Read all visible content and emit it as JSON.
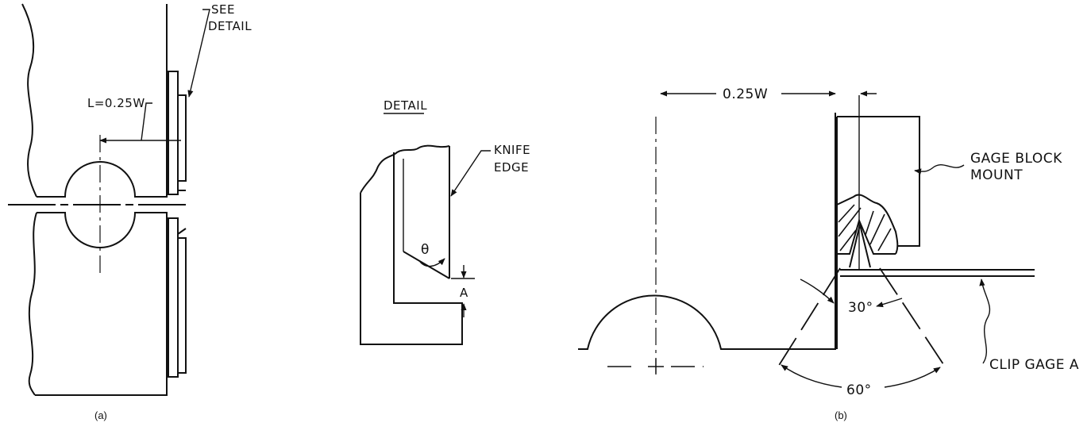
{
  "panel_a": {
    "see_detail_label": [
      "SEE",
      "DETAIL"
    ],
    "length_label": "L=0.25W",
    "caption": "(a)"
  },
  "detail": {
    "title": "DETAIL",
    "knife_edge_label": [
      "KNIFE",
      "EDGE"
    ],
    "angle_symbol": "θ",
    "dimension_label": "A"
  },
  "panel_b": {
    "width_label": "0.25W",
    "mount_label": [
      "GAGE BLOCK",
      "MOUNT"
    ],
    "angle_small": "30°",
    "angle_large": "60°",
    "clip_gage_label": "CLIP GAGE A",
    "caption": "(b)"
  }
}
